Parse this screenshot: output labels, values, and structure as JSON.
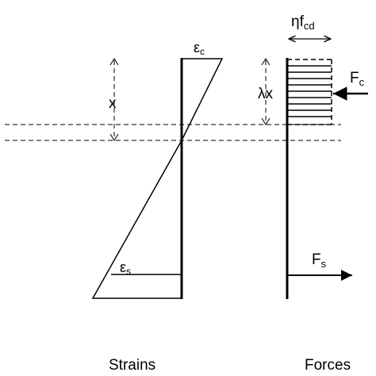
{
  "labels": {
    "x": "x",
    "lambda_x": "λx",
    "eps_c_main": "ε",
    "eps_c_sub": "c",
    "eps_s_main": "ε",
    "eps_s_sub": "s",
    "eta_f_main": "ηf",
    "eta_f_sub": "cd",
    "Fc_main": "F",
    "Fc_sub": "c",
    "Fs_main": "F",
    "Fs_sub": "s",
    "strains_caption": "Strains",
    "forces_caption": "Forces"
  }
}
